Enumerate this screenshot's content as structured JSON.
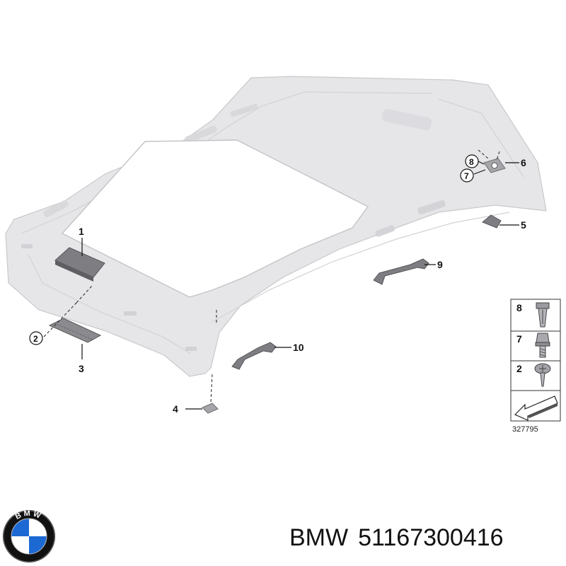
{
  "callouts": {
    "c1": "1",
    "c2": "2",
    "c3": "3",
    "c4": "4",
    "c5": "5",
    "c6": "6",
    "c7": "7",
    "c8": "8",
    "c9": "9",
    "c10": "10"
  },
  "legend": {
    "rows": [
      "8",
      "7",
      "2"
    ],
    "reference_number": "327795"
  },
  "logo": {
    "letters": "BMW",
    "colors": {
      "blue": "#1c69d4",
      "white": "#ffffff",
      "black": "#111111"
    }
  },
  "caption": {
    "brand": "BMW",
    "part_number": "51167300416"
  },
  "colors": {
    "headliner": "#e6e6e8",
    "part": "#7d7d82",
    "line": "#111111"
  }
}
